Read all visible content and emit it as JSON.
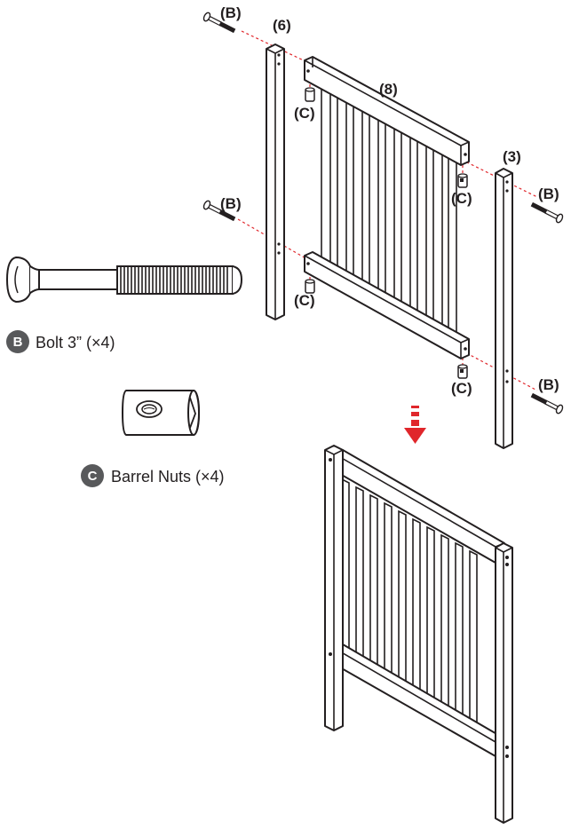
{
  "parts": {
    "post_left": "(6)",
    "post_right": "(3)",
    "panel": "(8)"
  },
  "callouts": {
    "bolt": "(B)",
    "barrel_nut": "(C)"
  },
  "legend": {
    "bolt": {
      "letter": "B",
      "text": "Bolt 3” (×4)"
    },
    "barrel_nuts": {
      "letter": "C",
      "text": "Barrel Nuts (×4)"
    }
  },
  "colors": {
    "line": "#231f20",
    "guide": "#e0262b",
    "arrow": "#e0262b",
    "badge": "#58595b"
  }
}
